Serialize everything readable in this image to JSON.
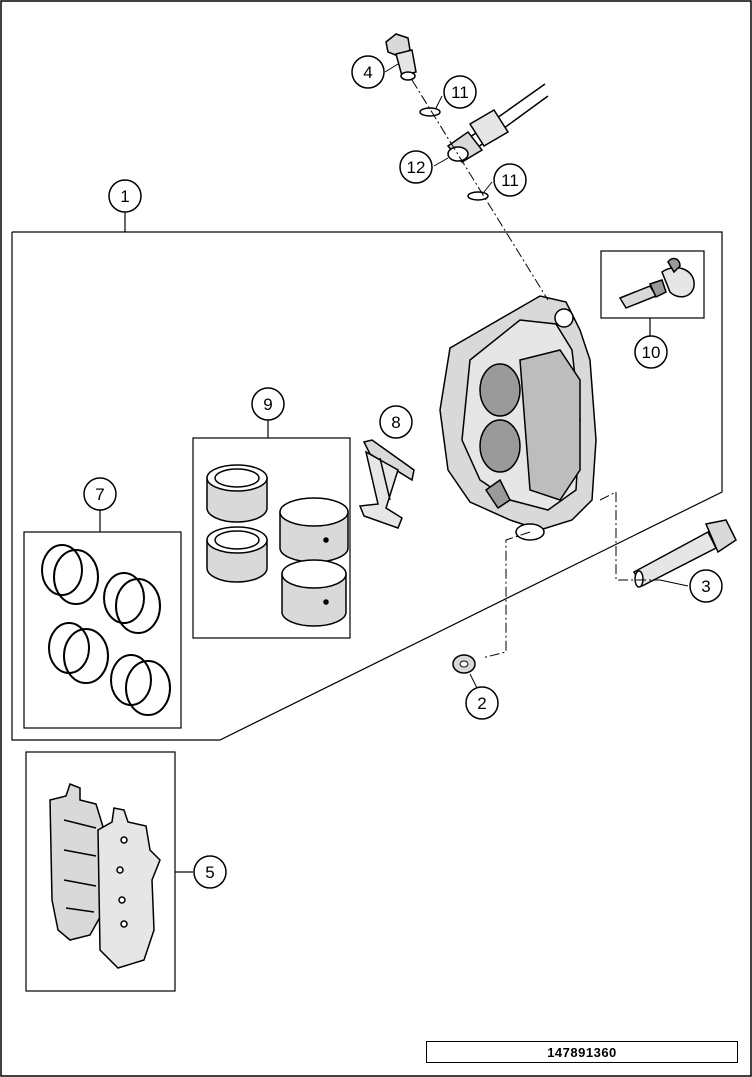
{
  "figure": {
    "number": "147891360"
  },
  "callouts": [
    {
      "id": "1",
      "label": "1"
    },
    {
      "id": "2",
      "label": "2"
    },
    {
      "id": "3",
      "label": "3"
    },
    {
      "id": "4",
      "label": "4"
    },
    {
      "id": "5",
      "label": "5"
    },
    {
      "id": "7",
      "label": "7"
    },
    {
      "id": "8",
      "label": "8"
    },
    {
      "id": "9",
      "label": "9"
    },
    {
      "id": "10",
      "label": "10"
    },
    {
      "id": "11a",
      "label": "11"
    },
    {
      "id": "11b",
      "label": "11"
    },
    {
      "id": "12",
      "label": "12"
    }
  ],
  "colors": {
    "line": "#000000",
    "part_fill": "#d9d9d9",
    "part_shade": "#9a9a9a"
  }
}
